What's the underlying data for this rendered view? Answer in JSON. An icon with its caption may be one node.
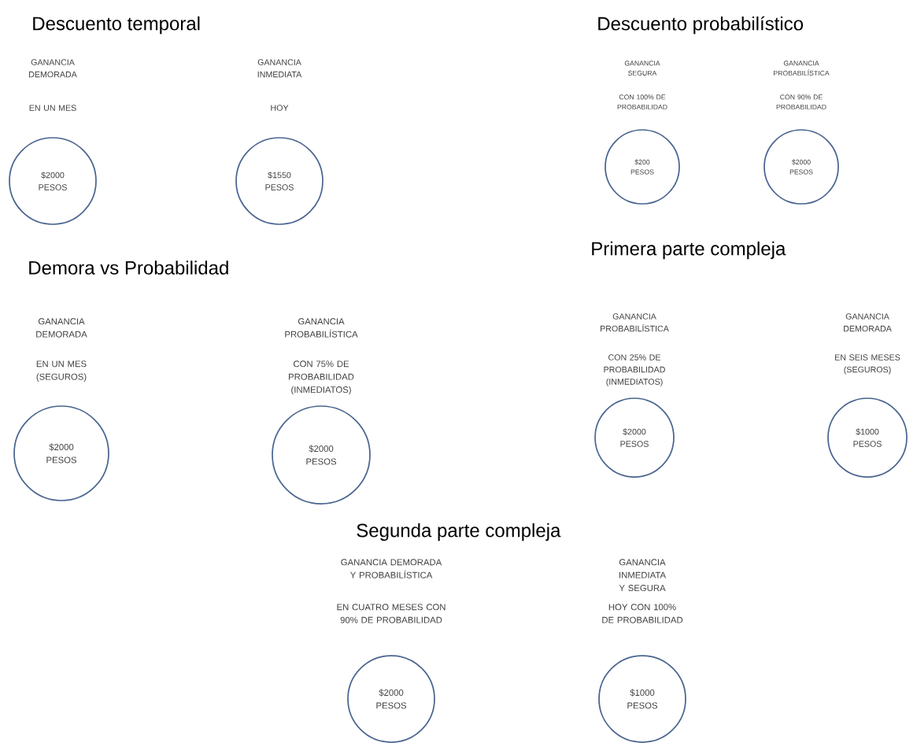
{
  "diagram": {
    "nodes": [
      {
        "text": [
          "$2000 PESOS"
        ],
        "beside": [
          "GANANCIA DEMORADA",
          "EN UN MES"
        ]
      },
      {
        "text": [
          "$1550 PESOS"
        ],
        "beside": [
          "GANANCIA INMEDIATA",
          "HOY"
        ]
      },
      {
        "text": [
          "$200 PESOS"
        ],
        "beside": [
          "GANANCIA SEGURA",
          "CON 100% DE PROBABILIDAD"
        ]
      },
      {
        "text": [
          "$2000 PESOS"
        ],
        "beside": [
          "GANANCIA PROBABILÍSTICA",
          "CON 90% DE PROBABILIDAD"
        ]
      },
      {
        "text": [
          "$2000 PESOS"
        ],
        "beside": [
          "GANANCIA DEMORADA",
          "EN UN MES (SEGUROS)"
        ]
      },
      {
        "text": [
          "$2000 PESOS"
        ],
        "beside": [
          "GANANCIA PROBABILÍSTICA",
          "CON 75% DE PROBABILIDAD (INMEDIATOS)"
        ]
      },
      {
        "text": [
          "$2000 PESOS"
        ],
        "beside": [
          "GANANCIA PROBABILÍSTICA",
          "CON 25% DE PROBABILIDAD (INMEDIATOS)"
        ]
      },
      {
        "text": [
          "$1000 PESOS"
        ],
        "beside": [
          "GANANCIA DEMORADA",
          "EN SEIS MESES (SEGUROS)"
        ]
      },
      {
        "text": [
          "$2000 PESOS"
        ],
        "beside": [
          "GANANCIA DEMORADA Y PROBABILÍSTICA",
          "EN CUATRO MESES CON 90% DE PROBABILIDAD"
        ]
      },
      {
        "text": [
          "$1000 PESOS"
        ],
        "beside": [
          "GANANCIA INMEDIATA Y SEGURA",
          "HOY CON 100% DE PROBABILIDAD"
        ]
      }
    ],
    "labels": [
      "Descuento temporal",
      "Descuento probabilístico",
      "Demora vs Probabilidad",
      "Primera parte compleja",
      "Segunda parte compleja"
    ]
  }
}
